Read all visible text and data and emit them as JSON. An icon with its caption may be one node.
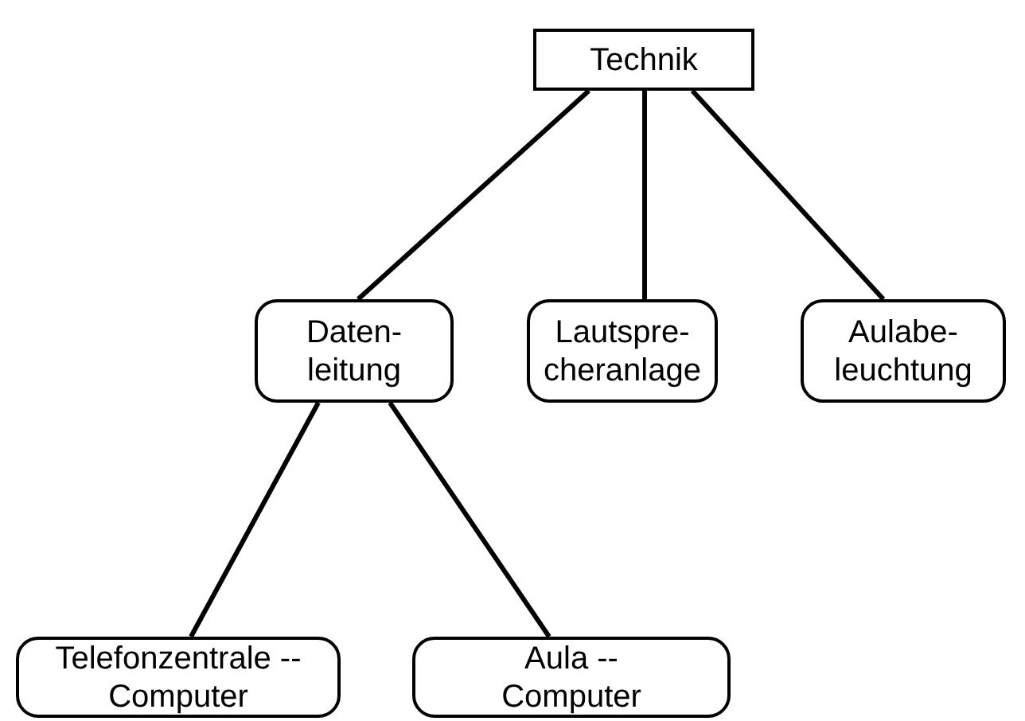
{
  "diagram": {
    "nodes": [
      {
        "text": [
          "Technik"
        ]
      },
      {
        "text": [
          "Daten- leitung"
        ]
      },
      {
        "text": [
          "Lautspre- cheranlage"
        ]
      },
      {
        "text": [
          "Aulabe- leuchtung"
        ]
      },
      {
        "text": [
          "Telefonzentrale -- Computer"
        ]
      },
      {
        "text": [
          "Aula -- Computer"
        ]
      }
    ],
    "edges": [
      {
        "from": 0,
        "to": 1,
        "arrow": "none"
      },
      {
        "from": 0,
        "to": 2,
        "arrow": "none"
      },
      {
        "from": 0,
        "to": 3,
        "arrow": "none"
      },
      {
        "from": 1,
        "to": 4,
        "arrow": "none"
      },
      {
        "from": 1,
        "to": 5,
        "arrow": "none"
      }
    ]
  }
}
